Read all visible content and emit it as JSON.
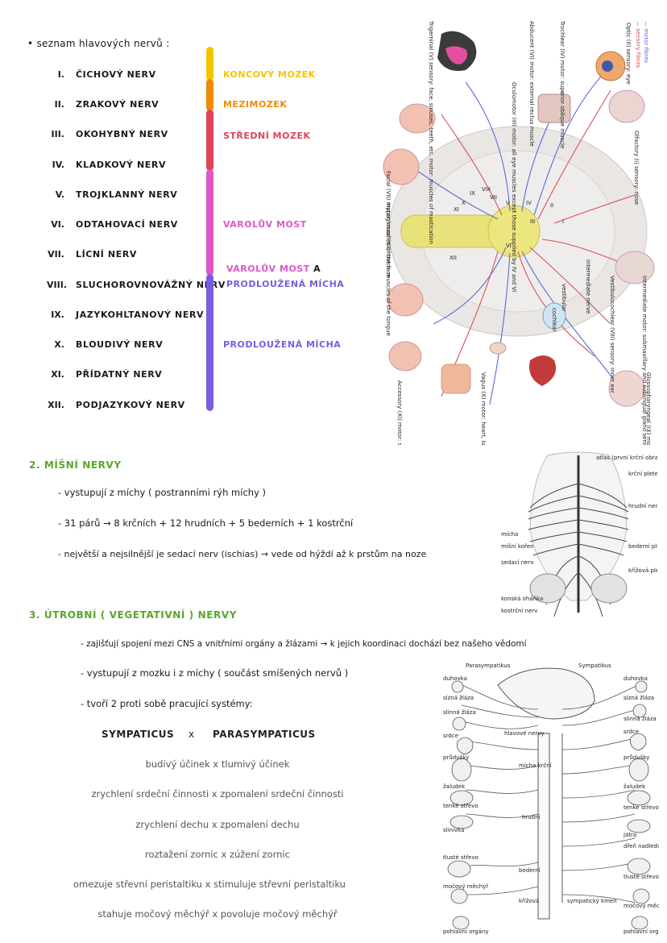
{
  "list_title": "• seznam hlavových nervů :",
  "nerves": [
    {
      "num": "I.",
      "name": "ČICHOVÝ NERV"
    },
    {
      "num": "II.",
      "name": "ZRAKOVÝ NERV"
    },
    {
      "num": "III.",
      "name": "OKOHYBNÝ NERV"
    },
    {
      "num": "IV.",
      "name": "KLADKOVÝ NERV"
    },
    {
      "num": "V.",
      "name": "TROJKLANNÝ NERV"
    },
    {
      "num": "VI.",
      "name": "ODTAHOVACÍ NERV"
    },
    {
      "num": "VII.",
      "name": "LÍCNÍ NERV"
    },
    {
      "num": "VIII.",
      "name": "SLUCHOROVNOVÁŽNÝ NERV"
    },
    {
      "num": "IX.",
      "name": "JAZYKOHLTANOVÝ NERV"
    },
    {
      "num": "X.",
      "name": "BLOUDIVÝ NERV"
    },
    {
      "num": "XI.",
      "name": "PŘÍDATNÝ NERV"
    },
    {
      "num": "XII.",
      "name": "PODJAZYKOVÝ NERV"
    }
  ],
  "regions": {
    "koncovy": {
      "label": "KONCOVÝ MOZEK",
      "color": "#f5c400"
    },
    "mezimozek": {
      "label": "MEZIMOZEK",
      "color": "#f08a00"
    },
    "stredni": {
      "label": "STŘEDNÍ MOZEK",
      "color": "#e0435a"
    },
    "varoluv": {
      "label": "VAROLŮV MOST",
      "color": "#e055c8"
    },
    "varoluv2_a": "VAROLŮV MOST",
    "varoluv2_b": "A",
    "prodlouzena2": "PRODLOUŽENÁ MÍCHA",
    "prodlouzena": {
      "label": "PRODLOUŽENÁ MÍCHA",
      "color": "#7a5ce0"
    }
  },
  "section2": {
    "heading": "2. MÍŠNÍ NERVY",
    "lines": [
      "- vystupují z míchy ( postranními rýh míchy )",
      "- 31 párů → 8 krčních + 12 hrudních + 5 bederních + 1 kostrční",
      "- největší a nejsilnější je sedací nerv (ischias) → vede od hýždí až k prstům na noze"
    ]
  },
  "section3": {
    "heading": "3. ÚTROBNÍ ( VEGETATIVNÍ ) NERVY",
    "lines": [
      "- zajišťují spojení mezi CNS a vnitřními orgány a žlázami → k jejich koordinaci dochází bez našeho vědomí",
      "- vystupují z mozku i z míchy ( součást smíšených nervů )",
      "- tvoří 2 proti sobě pracující systémy:"
    ],
    "compare_head_left": "SYMPATICUS",
    "compare_x": "x",
    "compare_head_right": "PARASYMPATICUS",
    "compare_rows": [
      "budivý účinek  x  tlumivý účinek",
      "zrychlení srdeční činnosti x zpomalení srdeční činnosti",
      "zrychlení dechu  x  zpomalení dechu",
      "roztažení zornic  x  zúžení zornic",
      "omezuje střevní peristaltiku  x  stimuluje střevní peristaltiku",
      "stahuje močový měchýř  x  povoluje močový měchýř"
    ]
  },
  "figure_cranial": {
    "legend_sensory": "— sensory fibres",
    "legend_motor": "— motor fibres",
    "labels": [
      "Olfactory (I) sensory: nose",
      "Optic (II) sensory: eye",
      "Trochlear (IV) motor: superior oblique muscle",
      "Abducent (VI) motor: external rectus muscle",
      "Oculomotor (III) motor: all eye muscles except those supplied by IV and VI",
      "Trigeminal (V) sensory: face, sinuses, teeth, etc. motor: muscles of mastication",
      "Facial (VII) motor: muscles of the face",
      "Hypoglossal (XII) motor: muscles of the tongue",
      "Intermediate motor: submaxillary and sublingual gland sensory: anterior part of tongue and soft palate",
      "Vestibulocochlear (VIII) sensory: inner ear",
      "Glossopharyngeal (IX) motor: pharyngeal musculature sensory: posterior part of tongue, tonsil, pharynx",
      "Vagus (X) motor: heart, lungs, bronchi, gastrointestinal tract sensory: heart, lungs, bronchi, trachea, larynx, pharynx, gastrointestinal tract, external ear",
      "Accessory (XI) motor: sternocleidomastoid and trapezius muscles"
    ],
    "short": [
      "intermediate nerve",
      "vestibular",
      "cochlear"
    ]
  },
  "figure_spine": {
    "labels": [
      "atlas (první krční obratel)",
      "krční pleteň",
      "hrudní nervy",
      "bederní pleteň",
      "křížová pleteň",
      "míchа",
      "míšní kořen",
      "sedací nerv",
      "konská oháňka",
      "kostrční nerv"
    ]
  },
  "figure_autonomic": {
    "title_left": "Parasympatikus",
    "title_right": "Sympatikus",
    "labels_left": [
      "duhovka",
      "slzná žláza",
      "slinná žláza",
      "srdce",
      "průdušky",
      "žaludek",
      "tenké střevo",
      "slinivka",
      "tlusté střevo",
      "močový měchýř",
      "pohlavní orgány"
    ],
    "labels_right": [
      "duhovka",
      "slzná žláza",
      "slinná žláza",
      "srdce",
      "průdušky",
      "žaludek",
      "tenké střevo",
      "játra",
      "dřeň nadledvin",
      "tlusté střevo",
      "močový měchýř",
      "pohlavní orgány"
    ],
    "center": [
      "hlavové nervy",
      "mícha krční",
      "hrudní",
      "bederní",
      "křížová",
      "sympatický kmen"
    ]
  }
}
